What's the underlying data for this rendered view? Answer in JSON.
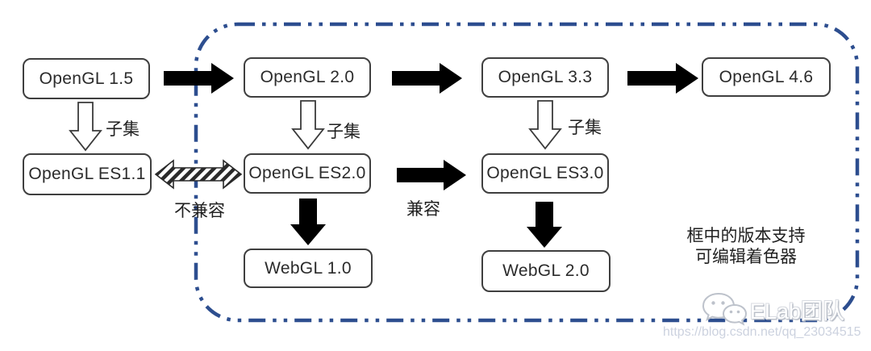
{
  "diagram": {
    "nodes": [
      {
        "id": "opengl-1-5",
        "label": "OpenGL 1.5"
      },
      {
        "id": "opengl-2-0",
        "label": "OpenGL 2.0"
      },
      {
        "id": "opengl-3-3",
        "label": "OpenGL 3.3"
      },
      {
        "id": "opengl-4-6",
        "label": "OpenGL 4.6"
      },
      {
        "id": "opengl-es1-1",
        "label": "OpenGL ES1.1"
      },
      {
        "id": "opengl-es2-0",
        "label": "OpenGL ES2.0"
      },
      {
        "id": "opengl-es3-0",
        "label": "OpenGL ES3.0"
      },
      {
        "id": "webgl-1-0",
        "label": "WebGL 1.0"
      },
      {
        "id": "webgl-2-0",
        "label": "WebGL 2.0"
      }
    ],
    "edge_labels": {
      "subset_1": "子集",
      "subset_2": "子集",
      "subset_3": "子集",
      "incompatible": "不兼容",
      "compatible": "兼容"
    },
    "annotation": {
      "line1": "框中的版本支持",
      "line2": "可编辑着色器"
    },
    "colors": {
      "dashed_box": "#2d4e8f",
      "arrow": "#000000",
      "box_border": "#3f3f3f"
    }
  },
  "watermark": {
    "brand": "ELab团队",
    "url": "https://blog.csdn.net/qq_23034515"
  }
}
